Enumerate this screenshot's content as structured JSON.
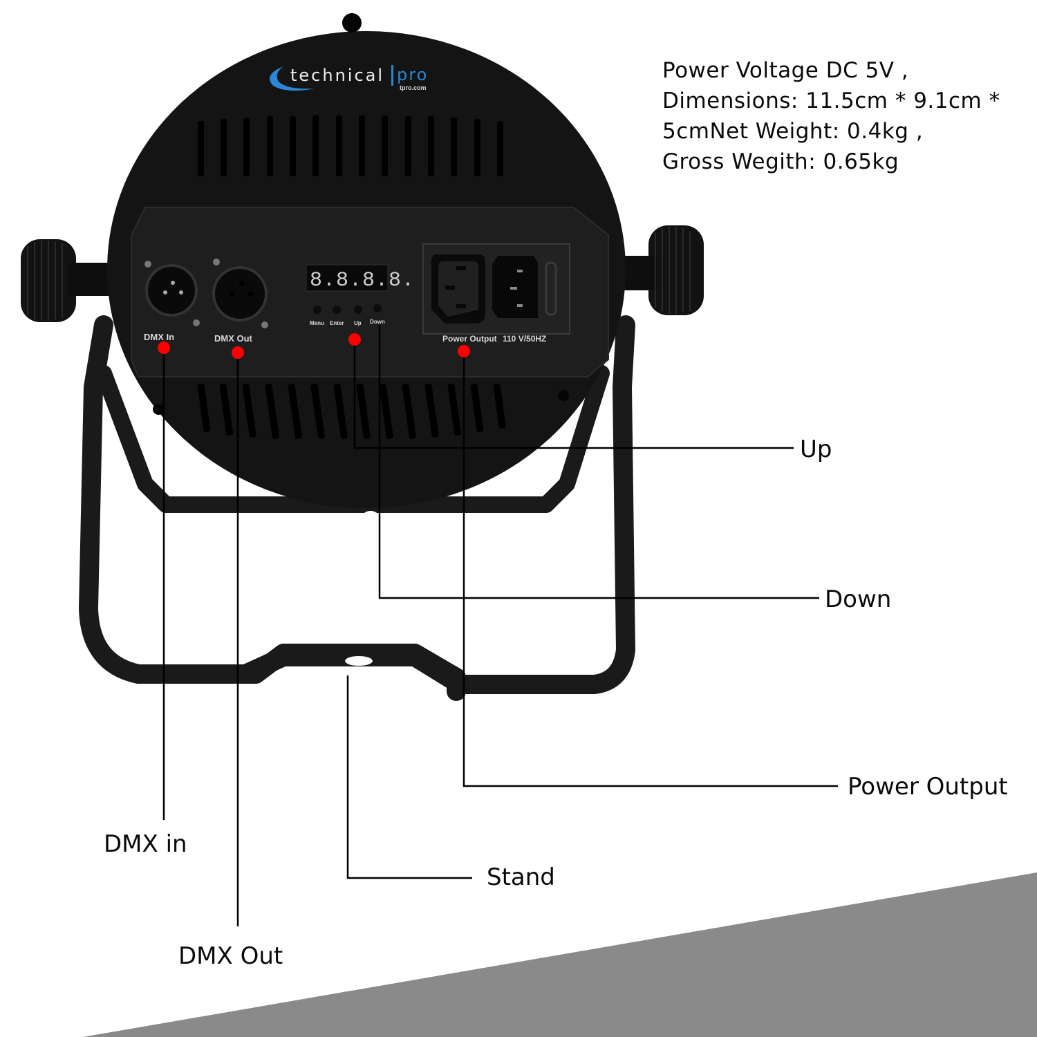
{
  "specs": {
    "lines": [
      "Power Voltage DC 5V ,",
      "Dimensions: 11.5cm * 9.1cm *",
      "5cmNet Weight: 0.4kg ,",
      "Gross Wegith: 0.65kg"
    ]
  },
  "product": {
    "brand_main": "technical",
    "brand_accent": "pro",
    "brand_url": "tpro.com",
    "display_digits": "8.8.8.8.",
    "port_labels": {
      "dmx_in": "DMX In",
      "dmx_out": "DMX Out",
      "power": "Power Output",
      "power_rating": "110 V/50HZ"
    },
    "buttons": [
      "Menu",
      "Enter",
      "Up",
      "Down"
    ]
  },
  "callouts": [
    {
      "id": "up",
      "label": "Up"
    },
    {
      "id": "down",
      "label": "Down"
    },
    {
      "id": "power_output",
      "label": "Power Output"
    },
    {
      "id": "dmx_in",
      "label": "DMX in"
    },
    {
      "id": "stand",
      "label": "Stand"
    },
    {
      "id": "dmx_out",
      "label": "DMX Out"
    }
  ],
  "colors": {
    "marker": "#ff0000",
    "body": "#141414",
    "panel": "#1c1c1c",
    "brand_blue": "#2a86d6",
    "corner_gray": "#8a8a8a",
    "line": "#000000"
  }
}
